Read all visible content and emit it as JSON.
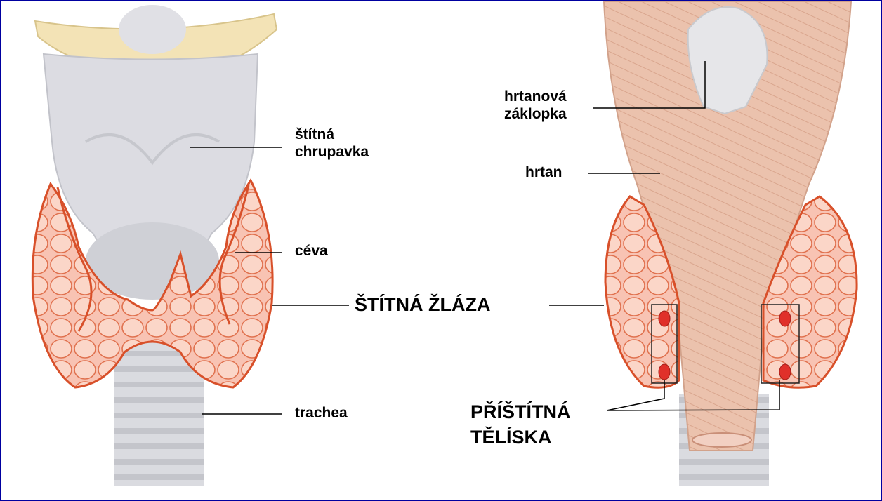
{
  "labels": {
    "thyroid_cartilage": "štítná\nchrupavka",
    "vessel": "céva",
    "thyroid_gland": "ŠTÍTNÁ  ŽLÁZA",
    "trachea": "trachea",
    "epiglottis": "hrtanová\nzáklopka",
    "larynx": "hrtan",
    "parathyroid": "PŘÍŠTÍTNÁ\nTĚLÍSKA"
  },
  "colors": {
    "frame_border": "#0000a0",
    "cartilage": "#d9d9de",
    "gland": "#f6b8a6",
    "gland_outline": "#d8502a",
    "muscle": "#ecc1ac",
    "parathyroid": "#e0302a"
  }
}
